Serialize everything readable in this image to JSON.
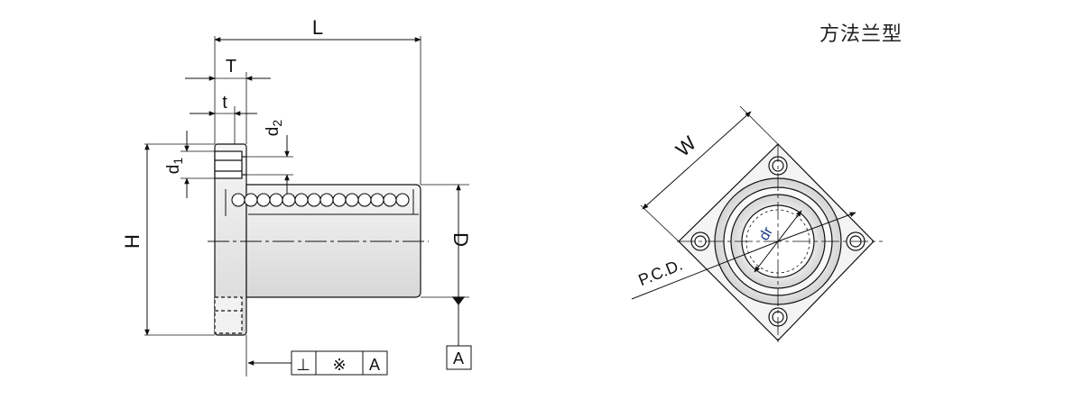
{
  "title": "方法兰型",
  "side_view": {
    "labels": {
      "L": "L",
      "T": "T",
      "t": "t",
      "d2": "d2",
      "d1": "d1",
      "H": "H",
      "D": "D"
    },
    "tolerance_frame": {
      "symbol": "⊥",
      "value": "※",
      "datum": "A"
    },
    "datum_label": "A"
  },
  "front_view": {
    "labels": {
      "W": "W",
      "pcd": "P.C.D.",
      "dr": "dr"
    }
  },
  "colors": {
    "line": "#111111",
    "body_shade": "#e8e8e8",
    "flange_shade": "#dddddd",
    "dr_label": "#1a3a8a"
  }
}
